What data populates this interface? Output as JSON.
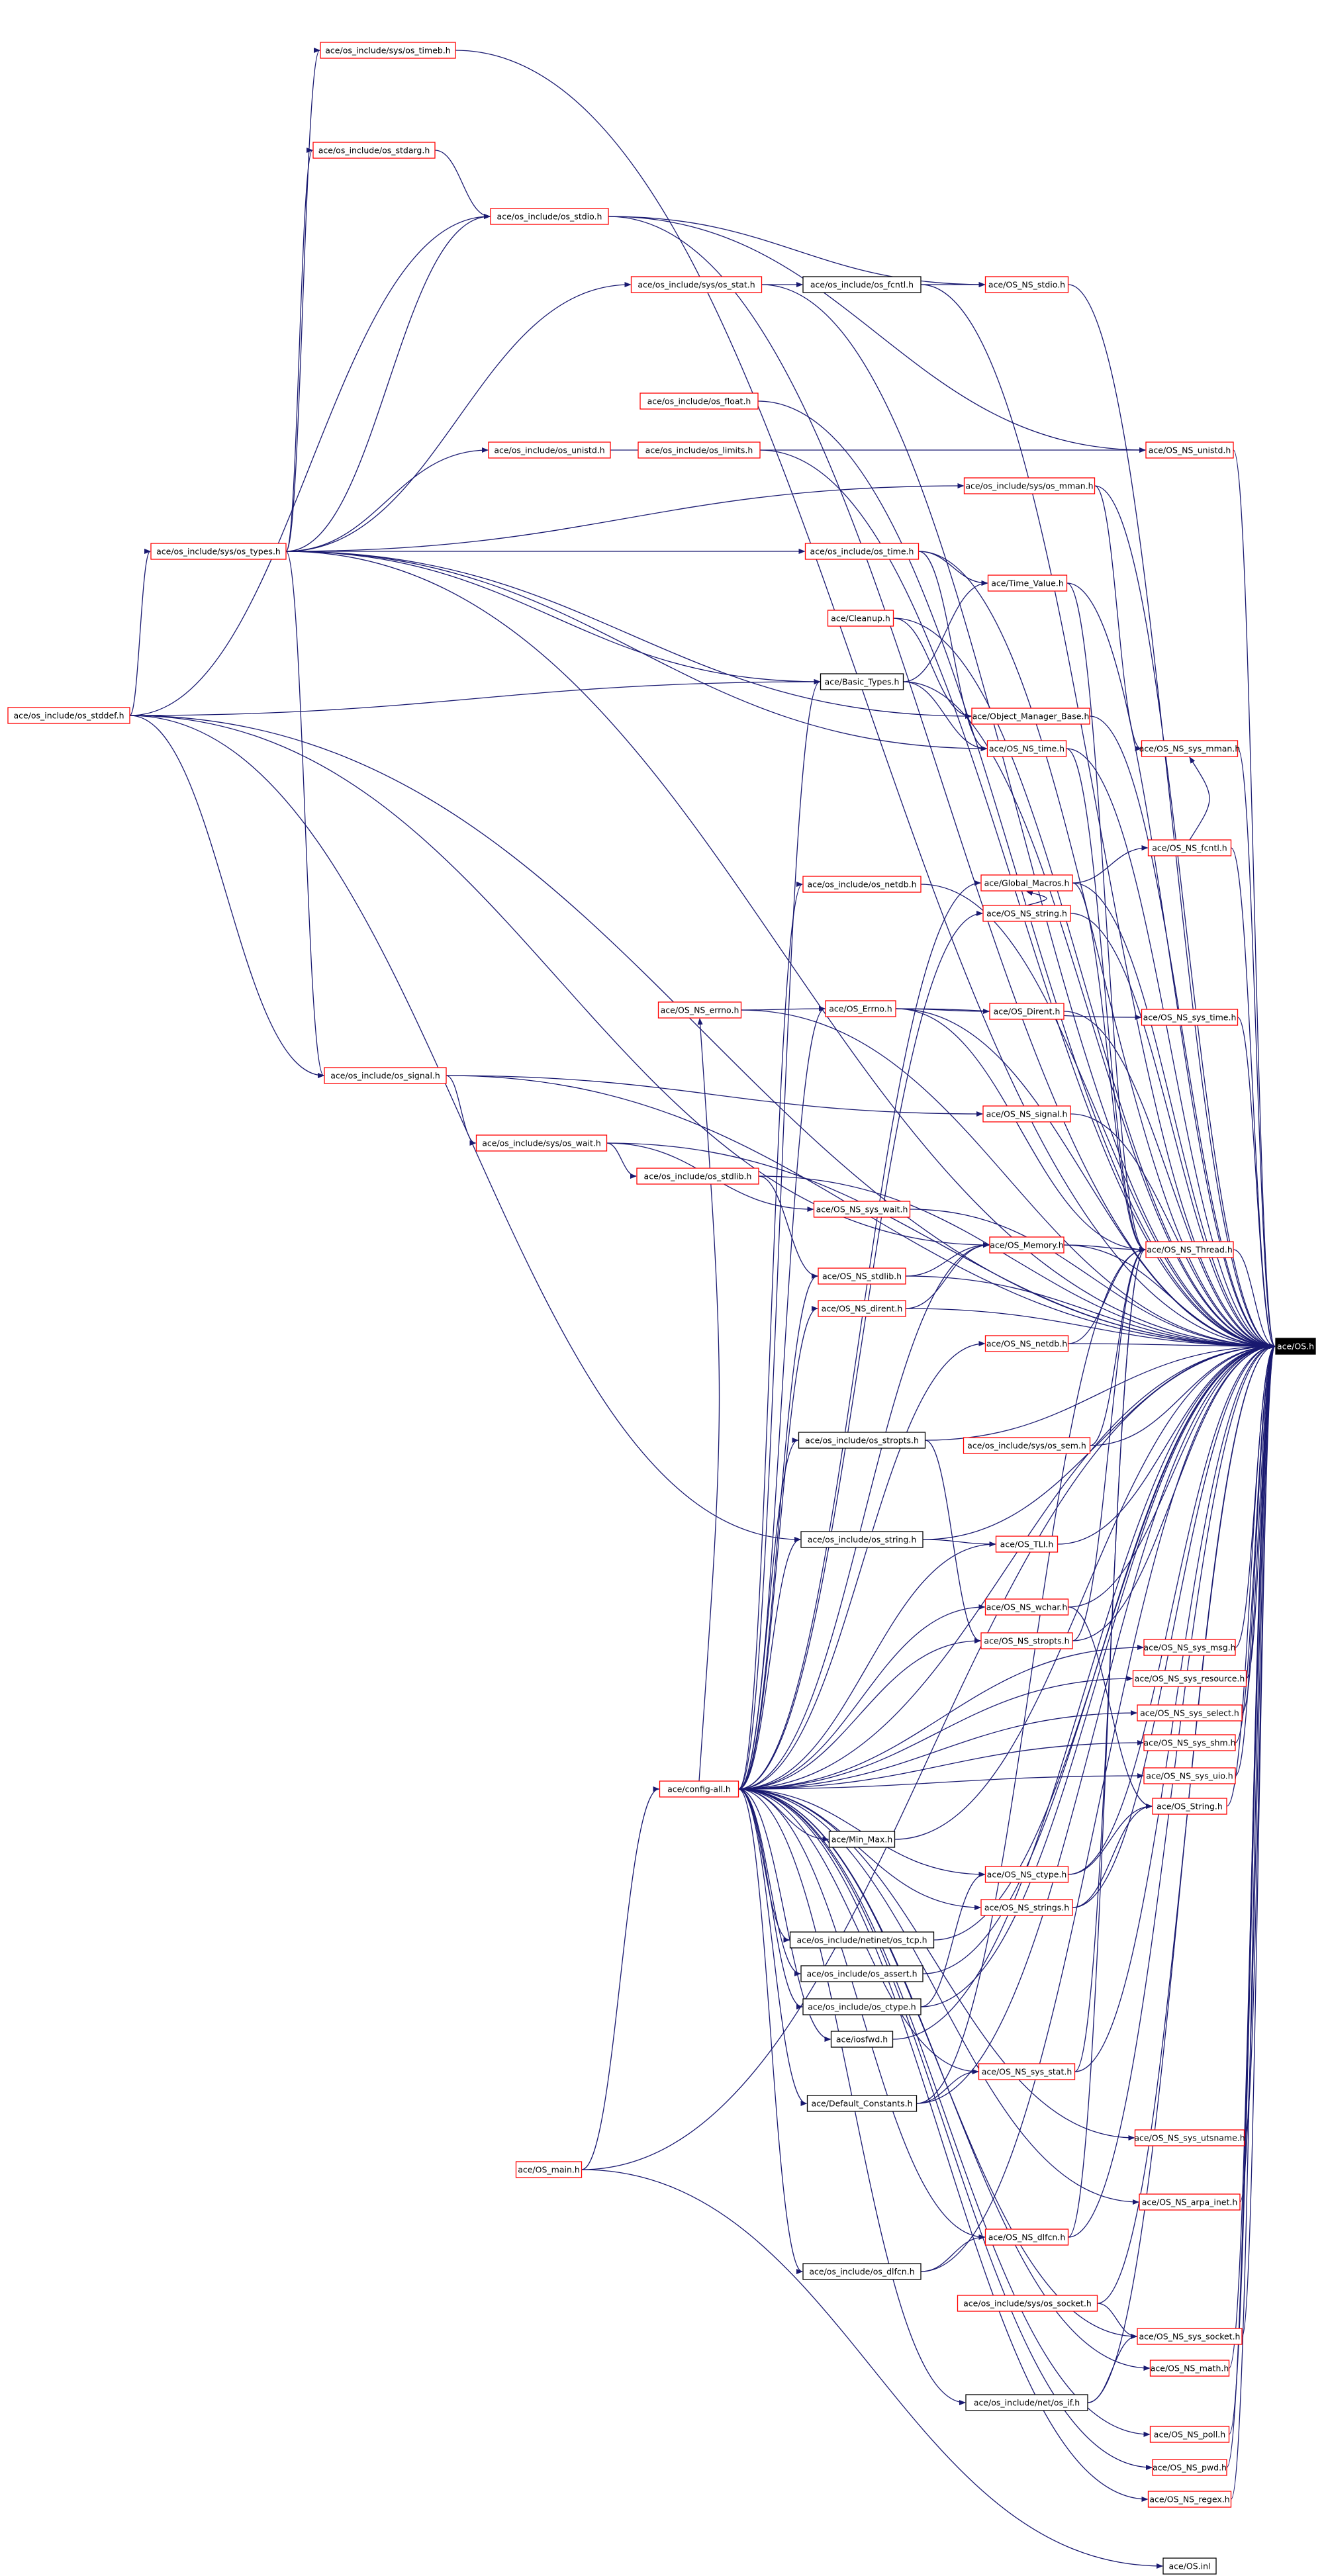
{
  "colors": {
    "background": "#ffffff",
    "edge": "#191970",
    "node_border_undocumented": "#ff0000",
    "node_border_documented": "#000000",
    "root_fill": "#000000",
    "root_text": "#ffffff",
    "text": "#000000"
  },
  "nodes": [
    {
      "id": "n0",
      "label": "ace/OS.h",
      "kind": "root"
    },
    {
      "id": "n1",
      "label": "ace/os_include/sys/os_timeb.h",
      "kind": "undocumented"
    },
    {
      "id": "n2",
      "label": "ace/os_include/os_stdarg.h",
      "kind": "undocumented"
    },
    {
      "id": "n3",
      "label": "ace/os_include/os_stdio.h",
      "kind": "undocumented"
    },
    {
      "id": "n4",
      "label": "ace/os_include/sys/os_stat.h",
      "kind": "undocumented"
    },
    {
      "id": "n5",
      "label": "ace/os_include/os_fcntl.h",
      "kind": "documented"
    },
    {
      "id": "n6",
      "label": "ace/OS_NS_stdio.h",
      "kind": "undocumented"
    },
    {
      "id": "n7",
      "label": "ace/os_include/os_float.h",
      "kind": "undocumented"
    },
    {
      "id": "n8",
      "label": "ace/os_include/os_unistd.h",
      "kind": "undocumented"
    },
    {
      "id": "n9",
      "label": "ace/os_include/os_limits.h",
      "kind": "undocumented"
    },
    {
      "id": "n10",
      "label": "ace/OS_NS_unistd.h",
      "kind": "undocumented"
    },
    {
      "id": "n11",
      "label": "ace/os_include/sys/os_mman.h",
      "kind": "undocumented"
    },
    {
      "id": "n12",
      "label": "ace/os_include/sys/os_types.h",
      "kind": "undocumented"
    },
    {
      "id": "n13",
      "label": "ace/os_include/os_time.h",
      "kind": "undocumented"
    },
    {
      "id": "n14",
      "label": "ace/Time_Value.h",
      "kind": "undocumented"
    },
    {
      "id": "n15",
      "label": "ace/Cleanup.h",
      "kind": "undocumented"
    },
    {
      "id": "n16",
      "label": "ace/os_include/os_stddef.h",
      "kind": "undocumented"
    },
    {
      "id": "n17",
      "label": "ace/Basic_Types.h",
      "kind": "documented"
    },
    {
      "id": "n18",
      "label": "ace/Object_Manager_Base.h",
      "kind": "undocumented"
    },
    {
      "id": "n19",
      "label": "ace/OS_NS_time.h",
      "kind": "undocumented"
    },
    {
      "id": "n20",
      "label": "ace/OS_NS_sys_mman.h",
      "kind": "undocumented"
    },
    {
      "id": "n21",
      "label": "ace/OS_NS_fcntl.h",
      "kind": "undocumented"
    },
    {
      "id": "n22",
      "label": "ace/os_include/os_netdb.h",
      "kind": "undocumented"
    },
    {
      "id": "n23",
      "label": "ace/Global_Macros.h",
      "kind": "undocumented"
    },
    {
      "id": "n24",
      "label": "ace/OS_NS_string.h",
      "kind": "undocumented"
    },
    {
      "id": "n25",
      "label": "ace/OS_NS_errno.h",
      "kind": "undocumented"
    },
    {
      "id": "n26",
      "label": "ace/OS_Errno.h",
      "kind": "undocumented"
    },
    {
      "id": "n27",
      "label": "ace/OS_Dirent.h",
      "kind": "undocumented"
    },
    {
      "id": "n28",
      "label": "ace/OS_NS_sys_time.h",
      "kind": "undocumented"
    },
    {
      "id": "n29",
      "label": "ace/os_include/os_signal.h",
      "kind": "undocumented"
    },
    {
      "id": "n30",
      "label": "ace/OS_NS_signal.h",
      "kind": "undocumented"
    },
    {
      "id": "n31",
      "label": "ace/os_include/sys/os_wait.h",
      "kind": "undocumented"
    },
    {
      "id": "n32",
      "label": "ace/os_include/os_stdlib.h",
      "kind": "undocumented"
    },
    {
      "id": "n33",
      "label": "ace/OS_NS_sys_wait.h",
      "kind": "undocumented"
    },
    {
      "id": "n34",
      "label": "ace/OS_Memory.h",
      "kind": "undocumented"
    },
    {
      "id": "n35",
      "label": "ace/OS_NS_Thread.h",
      "kind": "undocumented"
    },
    {
      "id": "n36",
      "label": "ace/OS_NS_stdlib.h",
      "kind": "undocumented"
    },
    {
      "id": "n37",
      "label": "ace/OS_NS_dirent.h",
      "kind": "undocumented"
    },
    {
      "id": "n38",
      "label": "ace/OS_NS_netdb.h",
      "kind": "undocumented"
    },
    {
      "id": "n39",
      "label": "ace/os_include/os_stropts.h",
      "kind": "documented"
    },
    {
      "id": "n40",
      "label": "ace/os_include/sys/os_sem.h",
      "kind": "undocumented"
    },
    {
      "id": "n41",
      "label": "ace/os_include/os_string.h",
      "kind": "documented"
    },
    {
      "id": "n42",
      "label": "ace/OS_TLI.h",
      "kind": "undocumented"
    },
    {
      "id": "n43",
      "label": "ace/OS_NS_wchar.h",
      "kind": "undocumented"
    },
    {
      "id": "n44",
      "label": "ace/OS_NS_stropts.h",
      "kind": "undocumented"
    },
    {
      "id": "n45",
      "label": "ace/OS_NS_sys_msg.h",
      "kind": "undocumented"
    },
    {
      "id": "n46",
      "label": "ace/OS_NS_sys_resource.h",
      "kind": "undocumented"
    },
    {
      "id": "n47",
      "label": "ace/OS_NS_sys_select.h",
      "kind": "undocumented"
    },
    {
      "id": "n48",
      "label": "ace/OS_NS_sys_shm.h",
      "kind": "undocumented"
    },
    {
      "id": "n49",
      "label": "ace/config-all.h",
      "kind": "undocumented"
    },
    {
      "id": "n50",
      "label": "ace/OS_NS_sys_uio.h",
      "kind": "undocumented"
    },
    {
      "id": "n51",
      "label": "ace/OS_String.h",
      "kind": "undocumented"
    },
    {
      "id": "n52",
      "label": "ace/Min_Max.h",
      "kind": "documented"
    },
    {
      "id": "n53",
      "label": "ace/OS_NS_ctype.h",
      "kind": "undocumented"
    },
    {
      "id": "n54",
      "label": "ace/OS_NS_strings.h",
      "kind": "undocumented"
    },
    {
      "id": "n55",
      "label": "ace/os_include/netinet/os_tcp.h",
      "kind": "documented"
    },
    {
      "id": "n56",
      "label": "ace/os_include/os_assert.h",
      "kind": "documented"
    },
    {
      "id": "n57",
      "label": "ace/os_include/os_ctype.h",
      "kind": "documented"
    },
    {
      "id": "n58",
      "label": "ace/iosfwd.h",
      "kind": "documented"
    },
    {
      "id": "n59",
      "label": "ace/OS_NS_sys_stat.h",
      "kind": "undocumented"
    },
    {
      "id": "n60",
      "label": "ace/Default_Constants.h",
      "kind": "documented"
    },
    {
      "id": "n61",
      "label": "ace/OS_NS_sys_utsname.h",
      "kind": "undocumented"
    },
    {
      "id": "n62",
      "label": "ace/OS_main.h",
      "kind": "undocumented"
    },
    {
      "id": "n63",
      "label": "ace/OS_NS_arpa_inet.h",
      "kind": "undocumented"
    },
    {
      "id": "n64",
      "label": "ace/OS_NS_dlfcn.h",
      "kind": "undocumented"
    },
    {
      "id": "n65",
      "label": "ace/os_include/os_dlfcn.h",
      "kind": "documented"
    },
    {
      "id": "n66",
      "label": "ace/os_include/sys/os_socket.h",
      "kind": "undocumented"
    },
    {
      "id": "n67",
      "label": "ace/OS_NS_sys_socket.h",
      "kind": "undocumented"
    },
    {
      "id": "n68",
      "label": "ace/OS_NS_math.h",
      "kind": "undocumented"
    },
    {
      "id": "n69",
      "label": "ace/os_include/net/os_if.h",
      "kind": "documented"
    },
    {
      "id": "n70",
      "label": "ace/OS_NS_poll.h",
      "kind": "undocumented"
    },
    {
      "id": "n71",
      "label": "ace/OS_NS_pwd.h",
      "kind": "undocumented"
    },
    {
      "id": "n72",
      "label": "ace/OS_NS_regex.h",
      "kind": "undocumented"
    },
    {
      "id": "n73",
      "label": "ace/OS.inl",
      "kind": "documented"
    }
  ],
  "edges": [
    [
      "n1",
      "n0"
    ],
    [
      "n2",
      "n3"
    ],
    [
      "n3",
      "n0"
    ],
    [
      "n4",
      "n5"
    ],
    [
      "n4",
      "n0"
    ],
    [
      "n5",
      "n6"
    ],
    [
      "n5",
      "n0"
    ],
    [
      "n3",
      "n6"
    ],
    [
      "n6",
      "n0"
    ],
    [
      "n3",
      "n10"
    ],
    [
      "n7",
      "n0"
    ],
    [
      "n8",
      "n10"
    ],
    [
      "n9",
      "n0"
    ],
    [
      "n10",
      "n0"
    ],
    [
      "n11",
      "n20"
    ],
    [
      "n11",
      "n0"
    ],
    [
      "n12",
      "n0"
    ],
    [
      "n13",
      "n0"
    ],
    [
      "n14",
      "n0"
    ],
    [
      "n15",
      "n0"
    ],
    [
      "n16",
      "n0"
    ],
    [
      "n17",
      "n0"
    ],
    [
      "n18",
      "n0"
    ],
    [
      "n19",
      "n0"
    ],
    [
      "n20",
      "n0"
    ],
    [
      "n21",
      "n0"
    ],
    [
      "n22",
      "n0"
    ],
    [
      "n23",
      "n0"
    ],
    [
      "n24",
      "n0"
    ],
    [
      "n25",
      "n0"
    ],
    [
      "n26",
      "n0"
    ],
    [
      "n27",
      "n0"
    ],
    [
      "n28",
      "n0"
    ],
    [
      "n29",
      "n0"
    ],
    [
      "n30",
      "n0"
    ],
    [
      "n31",
      "n0"
    ],
    [
      "n32",
      "n0"
    ],
    [
      "n33",
      "n0"
    ],
    [
      "n34",
      "n0"
    ],
    [
      "n35",
      "n0"
    ],
    [
      "n36",
      "n0"
    ],
    [
      "n37",
      "n0"
    ],
    [
      "n38",
      "n0"
    ],
    [
      "n39",
      "n0"
    ],
    [
      "n40",
      "n0"
    ],
    [
      "n41",
      "n0"
    ],
    [
      "n42",
      "n0"
    ],
    [
      "n43",
      "n0"
    ],
    [
      "n44",
      "n0"
    ],
    [
      "n45",
      "n0"
    ],
    [
      "n46",
      "n0"
    ],
    [
      "n47",
      "n0"
    ],
    [
      "n48",
      "n0"
    ],
    [
      "n49",
      "n0"
    ],
    [
      "n50",
      "n0"
    ],
    [
      "n51",
      "n0"
    ],
    [
      "n52",
      "n0"
    ],
    [
      "n53",
      "n0"
    ],
    [
      "n54",
      "n0"
    ],
    [
      "n55",
      "n0"
    ],
    [
      "n56",
      "n0"
    ],
    [
      "n57",
      "n0"
    ],
    [
      "n58",
      "n0"
    ],
    [
      "n59",
      "n0"
    ],
    [
      "n60",
      "n0"
    ],
    [
      "n61",
      "n0"
    ],
    [
      "n62",
      "n0"
    ],
    [
      "n63",
      "n0"
    ],
    [
      "n64",
      "n0"
    ],
    [
      "n65",
      "n0"
    ],
    [
      "n66",
      "n0"
    ],
    [
      "n67",
      "n0"
    ],
    [
      "n68",
      "n0"
    ],
    [
      "n69",
      "n0"
    ],
    [
      "n70",
      "n0"
    ],
    [
      "n71",
      "n0"
    ],
    [
      "n72",
      "n0"
    ],
    [
      "n16",
      "n12"
    ],
    [
      "n16",
      "n29"
    ],
    [
      "n16",
      "n17"
    ],
    [
      "n16",
      "n3"
    ],
    [
      "n16",
      "n41"
    ],
    [
      "n16",
      "n34"
    ],
    [
      "n12",
      "n4"
    ],
    [
      "n12",
      "n8"
    ],
    [
      "n12",
      "n3"
    ],
    [
      "n12",
      "n11"
    ],
    [
      "n12",
      "n1"
    ],
    [
      "n12",
      "n13"
    ],
    [
      "n12",
      "n17"
    ],
    [
      "n12",
      "n29"
    ],
    [
      "n12",
      "n19"
    ],
    [
      "n12",
      "n2"
    ],
    [
      "n12",
      "n18"
    ],
    [
      "n13",
      "n14"
    ],
    [
      "n13",
      "n19"
    ],
    [
      "n15",
      "n18"
    ],
    [
      "n17",
      "n14"
    ],
    [
      "n17",
      "n19"
    ],
    [
      "n14",
      "n35"
    ],
    [
      "n19",
      "n35"
    ],
    [
      "n21",
      "n20"
    ],
    [
      "n23",
      "n35"
    ],
    [
      "n23",
      "n21"
    ],
    [
      "n24",
      "n23"
    ],
    [
      "n25",
      "n26"
    ],
    [
      "n26",
      "n27"
    ],
    [
      "n26",
      "n35"
    ],
    [
      "n26",
      "n28"
    ],
    [
      "n29",
      "n31"
    ],
    [
      "n29",
      "n30"
    ],
    [
      "n31",
      "n32"
    ],
    [
      "n31",
      "n33"
    ],
    [
      "n32",
      "n36"
    ],
    [
      "n34",
      "n35"
    ],
    [
      "n36",
      "n34"
    ],
    [
      "n37",
      "n34"
    ],
    [
      "n38",
      "n35"
    ],
    [
      "n39",
      "n44"
    ],
    [
      "n40",
      "n35"
    ],
    [
      "n41",
      "n42"
    ],
    [
      "n43",
      "n51"
    ],
    [
      "n44",
      "n35"
    ],
    [
      "n49",
      "n52"
    ],
    [
      "n49",
      "n53"
    ],
    [
      "n49",
      "n54"
    ],
    [
      "n49",
      "n55"
    ],
    [
      "n49",
      "n56"
    ],
    [
      "n49",
      "n57"
    ],
    [
      "n49",
      "n58"
    ],
    [
      "n49",
      "n60"
    ],
    [
      "n49",
      "n65"
    ],
    [
      "n49",
      "n69"
    ],
    [
      "n49",
      "n17"
    ],
    [
      "n49",
      "n22"
    ],
    [
      "n49",
      "n25"
    ],
    [
      "n49",
      "n26"
    ],
    [
      "n49",
      "n23"
    ],
    [
      "n49",
      "n39"
    ],
    [
      "n49",
      "n41"
    ],
    [
      "n49",
      "n34"
    ],
    [
      "n49",
      "n36"
    ],
    [
      "n49",
      "n37"
    ],
    [
      "n49",
      "n43"
    ],
    [
      "n49",
      "n44"
    ],
    [
      "n49",
      "n45"
    ],
    [
      "n49",
      "n46"
    ],
    [
      "n49",
      "n47"
    ],
    [
      "n49",
      "n48"
    ],
    [
      "n49",
      "n50"
    ],
    [
      "n49",
      "n59"
    ],
    [
      "n49",
      "n61"
    ],
    [
      "n49",
      "n63"
    ],
    [
      "n49",
      "n64"
    ],
    [
      "n49",
      "n67"
    ],
    [
      "n49",
      "n68"
    ],
    [
      "n49",
      "n70"
    ],
    [
      "n49",
      "n71"
    ],
    [
      "n49",
      "n72"
    ],
    [
      "n49",
      "n24"
    ],
    [
      "n49",
      "n38"
    ],
    [
      "n49",
      "n42"
    ],
    [
      "n53",
      "n51"
    ],
    [
      "n54",
      "n51"
    ],
    [
      "n57",
      "n53"
    ],
    [
      "n60",
      "n59"
    ],
    [
      "n60",
      "n35"
    ],
    [
      "n65",
      "n64"
    ],
    [
      "n66",
      "n67"
    ],
    [
      "n69",
      "n67"
    ],
    [
      "n62",
      "n73"
    ],
    [
      "n62",
      "n49"
    ],
    [
      "n59",
      "n35"
    ],
    [
      "n64",
      "n35"
    ]
  ]
}
